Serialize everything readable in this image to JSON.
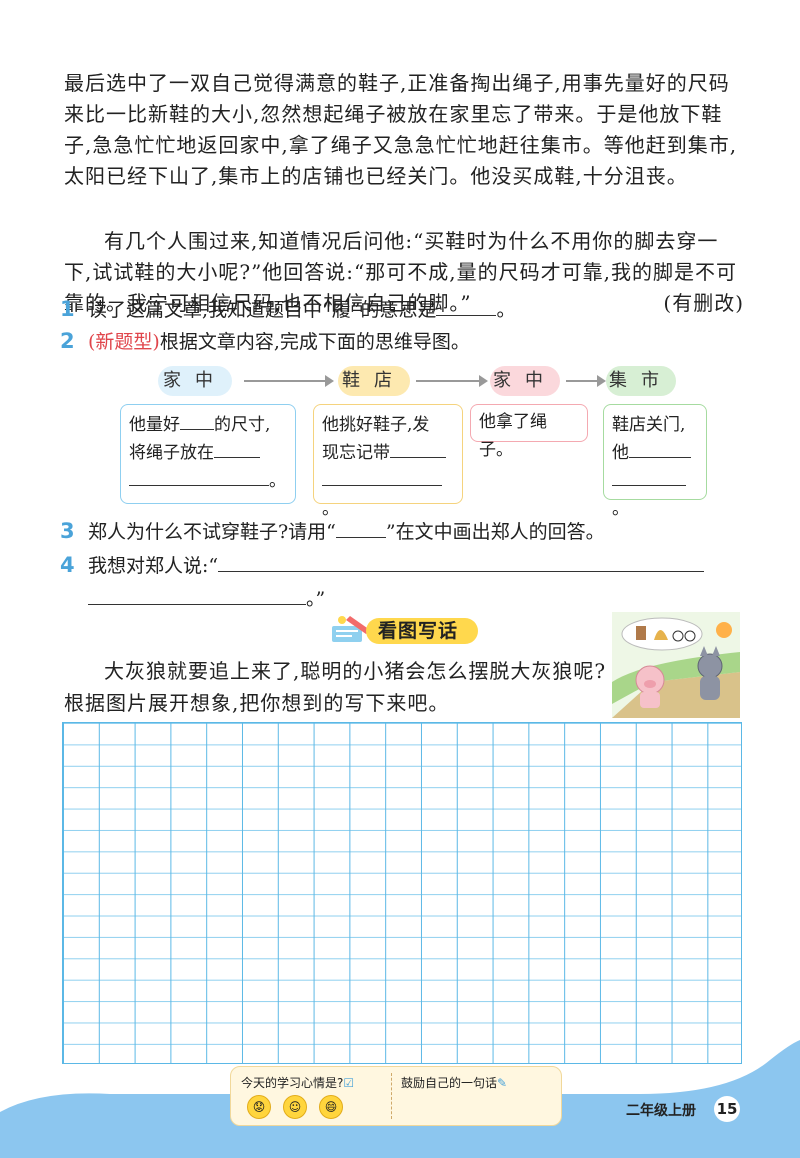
{
  "story": {
    "para1": "最后选中了一双自己觉得满意的鞋子,正准备掏出绳子,用事先量好的尺码来比一比新鞋的大小,忽然想起绳子被放在家里忘了带来。于是他放下鞋子,急急忙忙地返回家中,拿了绳子又急急忙忙地赶往集市。等他赶到集市,太阳已经下山了,集市上的店铺也已经关门。他没买成鞋,十分沮丧。",
    "para2": "有几个人围过来,知道情况后问他:“买鞋时为什么不用你的脚去穿一下,试试鞋的大小呢?”他回答说:“那可不成,量的尺码才可靠,我的脚是不可靠的。我宁可相信尺码,也不相信自己的脚。”",
    "credit": "(有删改)"
  },
  "questions": {
    "q1": {
      "num": "1",
      "text_a": "读了这篇文章,我知道题目中“履”的意思是",
      "text_b": "。"
    },
    "q2": {
      "num": "2",
      "tag": "(新题型)",
      "text": "根据文章内容,完成下面的思维导图。"
    },
    "q3": {
      "num": "3",
      "text_a": "郑人为什么不试穿鞋子?请用“",
      "text_b": "”在文中画出郑人的回答。"
    },
    "q4": {
      "num": "4",
      "text_a": "我想对郑人说:“",
      "text_b": "。”"
    }
  },
  "mindmap": {
    "nodes": [
      "家中",
      "鞋店",
      "家中",
      "集市"
    ],
    "box1": {
      "l1a": "他量好",
      "l1b": "的尺寸,",
      "l2": "将绳子放在",
      "end": "。"
    },
    "box2": {
      "l1": "他挑好鞋子,发",
      "l2": "现忘记带",
      "end": "。"
    },
    "box3": {
      "l1": "他拿了绳子。"
    },
    "box4": {
      "l1": "鞋店关门,",
      "l2": "他",
      "end": "。"
    }
  },
  "writing": {
    "title": "看图写话",
    "prompt1": "大灰狼就要追上来了,聪明的小猪会怎么摆脱大灰狼呢?",
    "prompt2": "根据图片展开想象,把你想到的写下来吧。"
  },
  "footer": {
    "mood_label": "今天的学习心情是?",
    "encourage_label": "鼓励自己的一句话",
    "grade": "二年级上册",
    "page": "15"
  },
  "colors": {
    "accent_blue": "#4aa3d9",
    "red": "#e0454b",
    "pill_blue": "#dff1fb",
    "pill_yellow": "#fde9b0",
    "pill_pink": "#fbd8dc",
    "pill_green": "#d7efd4"
  }
}
